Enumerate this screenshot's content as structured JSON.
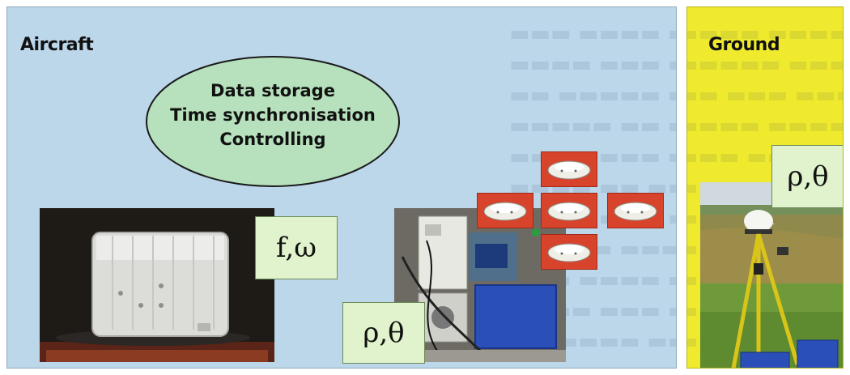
{
  "panels": {
    "aircraft": {
      "title": "Aircraft",
      "color": "#bcd6ea"
    },
    "ground": {
      "title": "Ground",
      "color": "#f0ea2e"
    }
  },
  "ellipse": {
    "lines": [
      "Data storage",
      "Time synchronisation",
      "Controlling"
    ]
  },
  "labels": {
    "imu": "f,ω",
    "gps_aircraft": "ρ,θ",
    "gps_ground": "ρ,θ"
  },
  "icons": {
    "imu_photo": "imu-unit-photo",
    "rack_photo": "equipment-rack-photo",
    "antenna": "gps-antenna-icon",
    "ground_photo": "ground-station-photo"
  },
  "colors": {
    "sensor_tile": "#d8432b",
    "label_box": "#e1f3cc",
    "ellipse": "#b6e1bc"
  }
}
